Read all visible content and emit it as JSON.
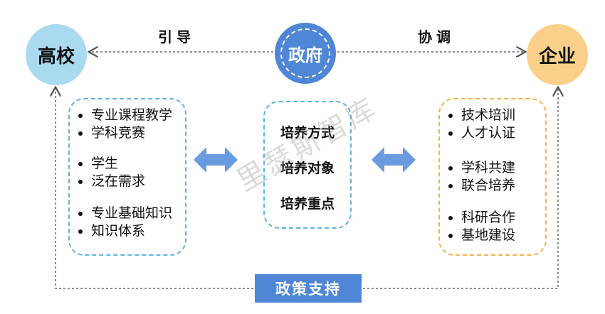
{
  "nodes": {
    "school": "高校",
    "government": "政府",
    "enterprise": "企业"
  },
  "edges": {
    "guide": "引导",
    "coordinate": "协调"
  },
  "left_box": {
    "items": [
      "专业课程教学",
      "学科竞赛",
      "学生",
      "泛在需求",
      "专业基础知识",
      "知识体系"
    ]
  },
  "middle_box": {
    "items": [
      "培养方式",
      "培养对象",
      "培养重点"
    ]
  },
  "right_box": {
    "items": [
      "技术培训",
      "人才认证",
      "学科共建",
      "联合培养",
      "科研合作",
      "基地建设"
    ]
  },
  "policy_support": "政策支持",
  "watermark": "里瑟斯智库",
  "colors": {
    "school": "#a9daf0",
    "enterprise": "#f9cf8a",
    "government": "#4f86d6",
    "policy": "#4f86d6",
    "arrow": "#6a9bde",
    "left_border": "#5fb3e6",
    "right_border": "#f3b24d"
  }
}
